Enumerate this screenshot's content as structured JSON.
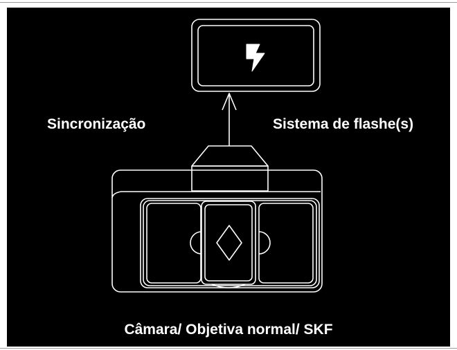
{
  "diagram": {
    "labels": {
      "sync": "Sincronização",
      "flash_system": "Sistema de flashe(s)",
      "camera": "Câmara/ Objetiva normal/ SKF"
    },
    "icons": {
      "flash_unit": "lightning-bolt-icon",
      "sync_arrow": "arrow-up-icon",
      "camera_mode": "diamond-icon"
    },
    "colors": {
      "background": "#000000",
      "line": "#ffffff",
      "page": "#ffffff"
    }
  }
}
